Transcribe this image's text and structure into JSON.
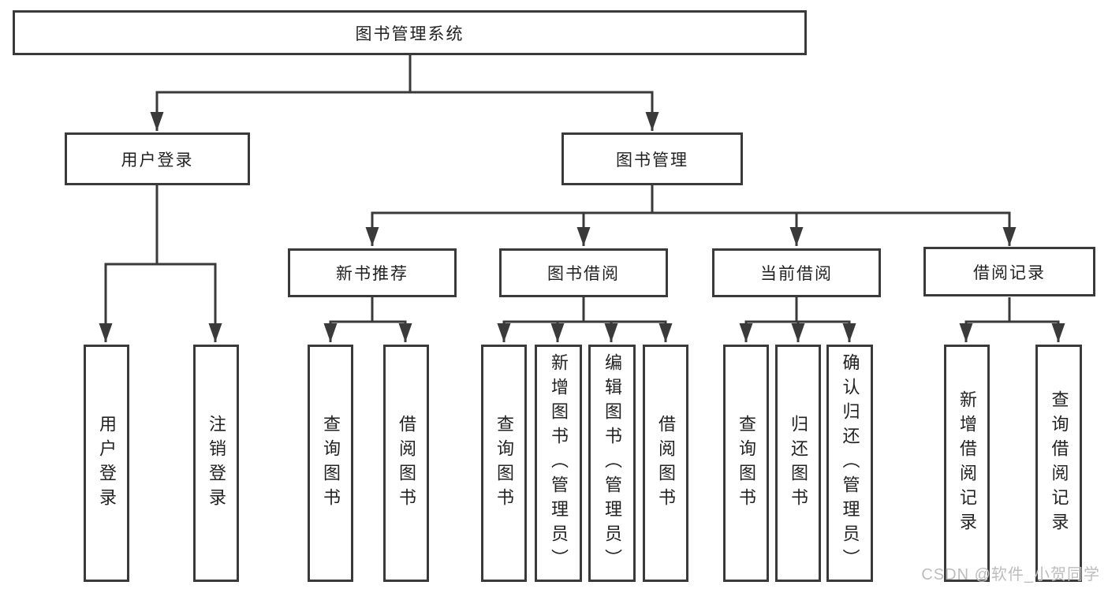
{
  "diagram": {
    "title": "图书管理系统",
    "type_hint": "hierarchy-diagram",
    "colors": {
      "line": "#3a3a3a",
      "box_border": "#3a3a3a",
      "box_fill": "#ffffff",
      "text": "#222222",
      "watermark": "#bdbdbd",
      "background": "#ffffff"
    },
    "tree": {
      "label": "图书管理系统",
      "children": [
        {
          "label": "用户登录",
          "children": [
            {
              "label": "用户登录"
            },
            {
              "label": "注销登录"
            }
          ]
        },
        {
          "label": "图书管理",
          "children": [
            {
              "label": "新书推荐",
              "children": [
                {
                  "label": "查询图书"
                },
                {
                  "label": "借阅图书"
                }
              ]
            },
            {
              "label": "图书借阅",
              "children": [
                {
                  "label": "查询图书"
                },
                {
                  "label": "新增图书（管理员）"
                },
                {
                  "label": "编辑图书（管理员）"
                },
                {
                  "label": "借阅图书"
                }
              ]
            },
            {
              "label": "当前借阅",
              "children": [
                {
                  "label": "查询图书"
                },
                {
                  "label": "归还图书"
                },
                {
                  "label": "确认归还（管理员）"
                }
              ]
            },
            {
              "label": "借阅记录",
              "children": [
                {
                  "label": "新增借阅记录"
                },
                {
                  "label": "查询借阅记录"
                }
              ]
            }
          ]
        }
      ]
    },
    "watermark": {
      "text": "CSDN @软件_小贺同学"
    }
  }
}
